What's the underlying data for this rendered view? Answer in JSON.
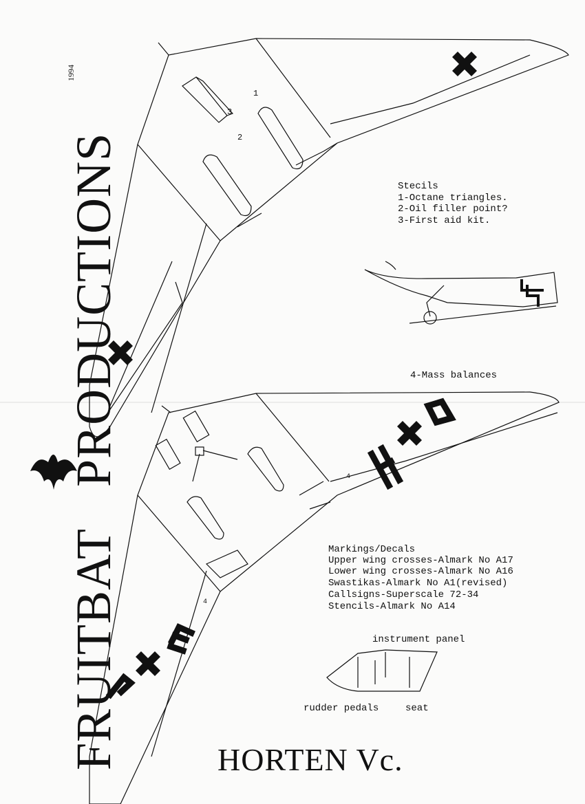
{
  "brand": {
    "text_left": "FRUITBAT",
    "text_right": "PRODUCTIONS",
    "year": "1994",
    "logo_icon": "bat-icon"
  },
  "stencils": {
    "heading": "Stecils",
    "items": [
      "1-Octane triangles.",
      "2-Oil filler point?",
      "3-First aid kit."
    ]
  },
  "mass_balances": "4-Mass balances",
  "markings": {
    "heading": "Markings/Decals",
    "items": [
      "Upper wing crosses-Almark No A17",
      "Lower wing crosses-Almark No A16",
      "Swastikas-Almark No A1(revised)",
      "Callsigns-Superscale 72-34",
      "Stencils-Almark No A14"
    ]
  },
  "cockpit_labels": {
    "instrument_panel": "instrument panel",
    "rudder_pedals": "rudder pedals",
    "seat": "seat"
  },
  "wing_labels": {
    "l1": "1",
    "l2": "2",
    "l3": "3",
    "l4": "4"
  },
  "callsign": {
    "left_a": "P",
    "left_b": "E",
    "right_a": "H",
    "right_b": "O"
  },
  "title": "HORTEN Vc."
}
